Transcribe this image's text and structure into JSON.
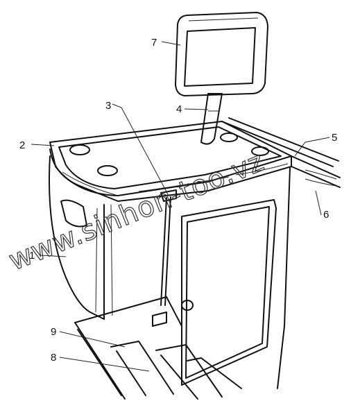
{
  "callouts": [
    {
      "id": "1",
      "text": "1"
    },
    {
      "id": "2",
      "text": "2"
    },
    {
      "id": "3",
      "text": "3"
    },
    {
      "id": "4",
      "text": "4"
    },
    {
      "id": "5",
      "text": "5"
    },
    {
      "id": "6",
      "text": "6"
    },
    {
      "id": "7",
      "text": "7"
    },
    {
      "id": "8",
      "text": "8"
    },
    {
      "id": "9",
      "text": "9"
    }
  ],
  "watermark": {
    "text": "www.sinhon-too.vz"
  }
}
